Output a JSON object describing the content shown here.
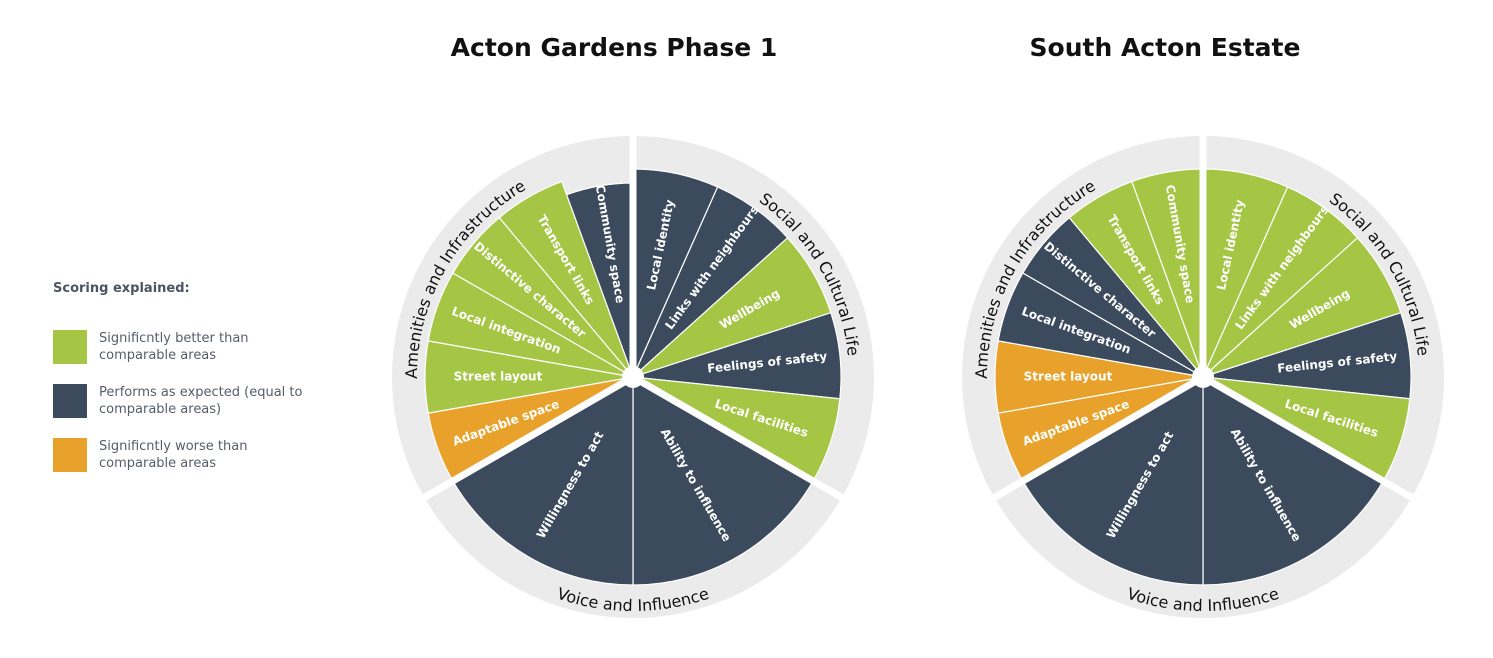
{
  "colors": {
    "better": "#a5c544",
    "expected": "#3b4a5c",
    "worse": "#e8a22b",
    "ring": "#ebebeb"
  },
  "legend": {
    "title": "Scoring explained:",
    "items": [
      {
        "key": "better",
        "label": "Significntly better than comparable areas"
      },
      {
        "key": "expected",
        "label": "Performs as expected (equal to comparable areas)"
      },
      {
        "key": "worse",
        "label": "Significntly worse than comparable areas"
      }
    ]
  },
  "wheels": [
    {
      "title": "Acton Gardens Phase 1",
      "categories": [
        {
          "name": "Social and Cultural Life",
          "segments": [
            {
              "label": "Local identity",
              "score": "expected"
            },
            {
              "label": "Links with neighbours",
              "score": "expected"
            },
            {
              "label": "Wellbeing",
              "score": "better"
            },
            {
              "label": "Feelings of safety",
              "score": "expected"
            },
            {
              "label": "Local facilities",
              "score": "better"
            }
          ]
        },
        {
          "name": "Voice and Influence",
          "segments": [
            {
              "label": "Ability to influence",
              "score": "expected"
            },
            {
              "label": "Willingness to act",
              "score": "expected"
            }
          ]
        },
        {
          "name": "Amenities and Infrastructure",
          "segments": [
            {
              "label": "Adaptable space",
              "score": "worse"
            },
            {
              "label": "Street layout",
              "score": "better"
            },
            {
              "label": "Local integration",
              "score": "better"
            },
            {
              "label": "Distinctive character",
              "score": "better"
            },
            {
              "label": "Transport links",
              "score": "better"
            },
            {
              "label": "Community space",
              "score": "expected"
            }
          ]
        }
      ]
    },
    {
      "title": "South Acton Estate",
      "categories": [
        {
          "name": "Social and Cultural Life",
          "segments": [
            {
              "label": "Local identity",
              "score": "better"
            },
            {
              "label": "Links with neighbours",
              "score": "better"
            },
            {
              "label": "Wellbeing",
              "score": "better"
            },
            {
              "label": "Feelings of safety",
              "score": "expected"
            },
            {
              "label": "Local facilities",
              "score": "better"
            }
          ]
        },
        {
          "name": "Voice and Influence",
          "segments": [
            {
              "label": "Ability to influence",
              "score": "expected"
            },
            {
              "label": "Willingness to act",
              "score": "expected"
            }
          ]
        },
        {
          "name": "Amenities and Infrastructure",
          "segments": [
            {
              "label": "Adaptable space",
              "score": "worse"
            },
            {
              "label": "Street layout",
              "score": "worse"
            },
            {
              "label": "Local integration",
              "score": "expected"
            },
            {
              "label": "Distinctive character",
              "score": "expected"
            },
            {
              "label": "Transport links",
              "score": "better"
            },
            {
              "label": "Community space",
              "score": "better"
            }
          ]
        }
      ]
    }
  ]
}
